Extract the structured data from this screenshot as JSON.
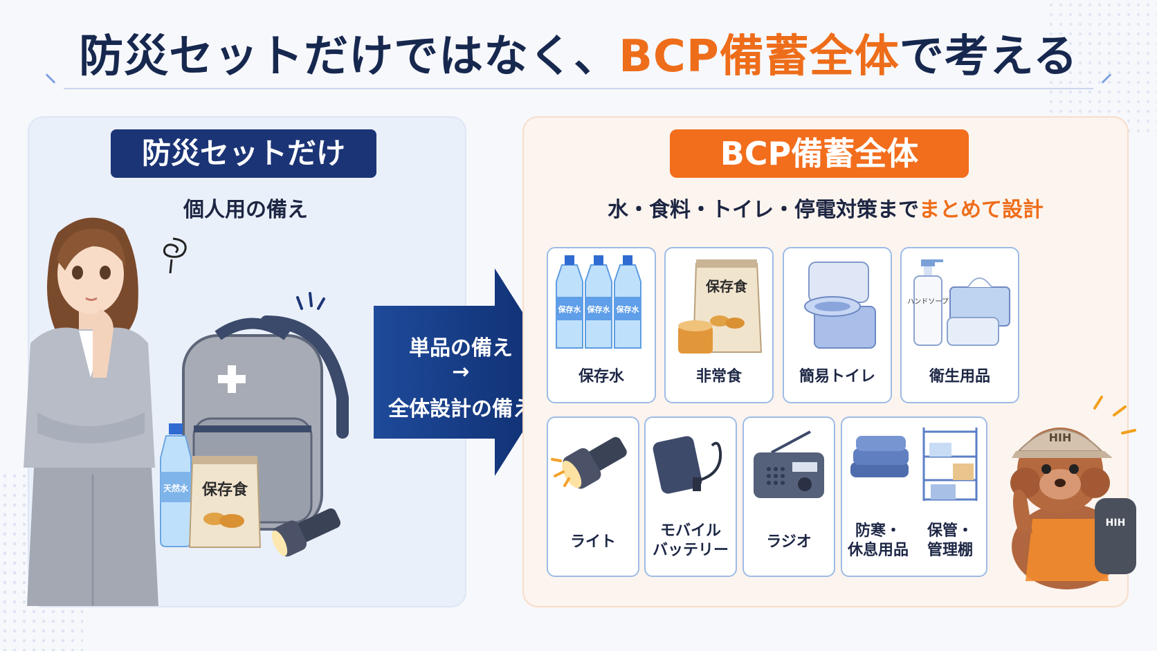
{
  "title": {
    "prefix": "防災セットだけではなく、",
    "accent": "BCP備蓄全体",
    "suffix": "で考える"
  },
  "left": {
    "heading": "防災セットだけ",
    "subtitle": "個人用の備え",
    "bag_food_label": "保存食",
    "bottle_label": "天然水"
  },
  "arrow": {
    "line1": "単品の備え",
    "line2": "→",
    "line3": "全体設計の備え"
  },
  "right": {
    "heading": "BCP備蓄全体",
    "subtitle_prefix": "水・食料・トイレ・停電対策まで",
    "subtitle_accent": "まとめて設計",
    "items_top": [
      {
        "label": "保存水",
        "icon": "water-bottles-icon",
        "graphic_text": "保存水"
      },
      {
        "label": "非常食",
        "icon": "emergency-food-icon",
        "graphic_text": "保存食"
      },
      {
        "label": "簡易トイレ",
        "icon": "portable-toilet-icon"
      },
      {
        "label": "衛生用品",
        "icon": "hygiene-supplies-icon",
        "graphic_text": "ハンドソープ"
      }
    ],
    "items_bottom": [
      {
        "label": "ライト",
        "icon": "flashlight-icon"
      },
      {
        "label": "モバイル\nバッテリー",
        "icon": "mobile-battery-icon"
      },
      {
        "label": "ラジオ",
        "icon": "radio-icon"
      },
      {
        "label": "防寒・\n休息用品",
        "icon": "blanket-icon"
      },
      {
        "label": "保管・\n管理棚",
        "icon": "storage-shelf-icon"
      }
    ]
  },
  "mascot": {
    "cap_text": "HIH",
    "icon": "dog-mascot-icon"
  },
  "colors": {
    "navy": "#1b3475",
    "orange": "#f26d1c",
    "card_border": "#9dbbe6",
    "arrow": "#123a86"
  }
}
